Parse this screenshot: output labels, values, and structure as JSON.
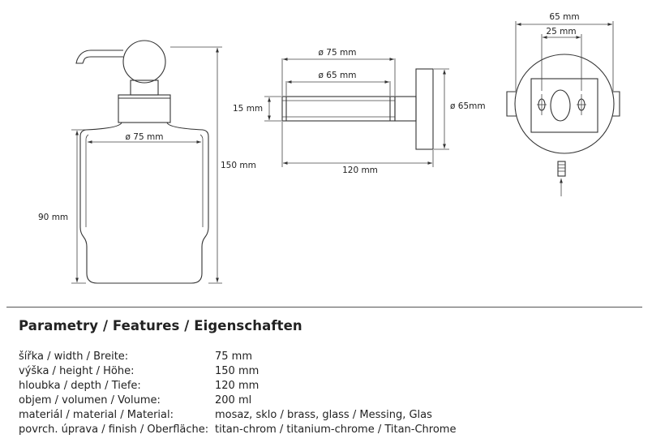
{
  "drawing": {
    "dispenser": {
      "dia": "ø 75 mm",
      "height_total": "150 mm",
      "height_glass": "90 mm"
    },
    "side_view": {
      "dia_outer": "ø 75 mm",
      "dia_inner": "ø 65 mm",
      "depth": "120 mm",
      "rod": "15 mm",
      "plate": "ø 65mm"
    },
    "back_view": {
      "width": "65 mm",
      "hole_spacing": "25 mm"
    }
  },
  "section": {
    "title": "Parametry / Features / Eigenschaften"
  },
  "specs": [
    {
      "label": "šířka / width / Breite:",
      "value": "75 mm"
    },
    {
      "label": "výška / height / Höhe:",
      "value": "150 mm"
    },
    {
      "label": "hloubka / depth / Tiefe:",
      "value": "120 mm"
    },
    {
      "label": "objem / volumen / Volume:",
      "value": "200 ml"
    },
    {
      "label": "materiál / material / Material:",
      "value": "mosaz, sklo / brass, glass / Messing, Glas"
    },
    {
      "label": "povrch. úprava / finish / Oberfläche:",
      "value": "titan-chrom / titanium-chrome / Titan-Chrome"
    }
  ]
}
